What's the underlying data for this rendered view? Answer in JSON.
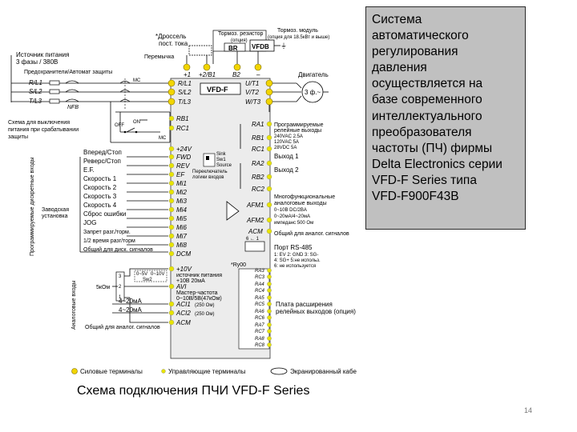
{
  "description_lines": [
    "Система",
    "автоматического",
    "регулирования",
    "давления",
    "осуществляется на",
    "базе современного",
    "интеллектуального",
    "преобразователя",
    "частоты (ПЧ) фирмы",
    "Delta Electronics серии",
    "VFD-F Series типа",
    "VFD-F900F43В"
  ],
  "caption": "Схема подключения ПЧИ VFD-F Series",
  "page_number": "14",
  "diagram": {
    "device": "VFD-F",
    "power_source_title": "Источник питания",
    "power_source_sub": "3 фазы / 380В",
    "fuses_label": "Предохранители/Автомат защиты",
    "nfb": "NFB",
    "mc": "MC",
    "shutdown_lines": [
      "Схема для выключения",
      "питания при срабатывании",
      "защиты"
    ],
    "on": "ON",
    "off": "OFF",
    "input_phases": [
      "R/L1",
      "S/L2",
      "T/L3"
    ],
    "choke_lines": [
      "*Дроссель",
      "пост. тока"
    ],
    "jumper": "Перемычка",
    "brake_resistor_lines": [
      "Тормоз. резистор",
      "(опция)"
    ],
    "brake_module_lines": [
      "Тормоз. модуль",
      "(опция для 18.5кВт и выше)"
    ],
    "br": "BR",
    "vfdb": "VFDB",
    "dc_terminals": [
      "+1",
      "+2/B1",
      "B2",
      "–"
    ],
    "motor_label": "Двигатель",
    "motor_symbol": "3 ф.~",
    "output_terminals": [
      "U/T1",
      "V/T2",
      "W/T3"
    ],
    "relay_desc": [
      "Программируемые",
      "релейные выходы",
      "240VAC 2.5A",
      "120VAC 5A",
      "28VDC 5A"
    ],
    "relay_terminals": [
      "RA1",
      "RB1",
      "RC1",
      "RA2",
      "RB2",
      "RC2"
    ],
    "output1": "Выход 1",
    "output2": "Выход 2",
    "afm_terminals": [
      "AFM1",
      "AFM2",
      "ACM"
    ],
    "afm_desc": [
      "Многофункциональные",
      "аналоговые выходы",
      "0~10В DC/2BA",
      "0~20мА/4~20мА",
      "импеданс 500 Ом"
    ],
    "acm_desc": "Общий для аналог. сигналов",
    "rs485_pins": "6 ← 1",
    "rs485_title": "Порт RS-485",
    "rs485_desc": [
      "1: EV 2: GND 3: SG-",
      "4: SG+ 5:не использ.",
      "6: не используется"
    ],
    "ry00": "*Ry00",
    "ext_relays": [
      "RA3",
      "RC3",
      "RA4",
      "RC4",
      "RA5",
      "RC5",
      "RA6",
      "RC6",
      "RA7",
      "RC7",
      "RA8",
      "RC8"
    ],
    "ext_board_lines": [
      "Плата расширения",
      "релейных выходов (опция)"
    ],
    "digital_labels": [
      "Вперед/Стоп",
      "Реверс/Стоп",
      "E.F.",
      "Скорость 1",
      "Скорость 2",
      "Скорость 3",
      "Скорость 4",
      "Сброс ошибки",
      "JOG",
      "Запрет разг./торм.",
      "1/2 время разг/торм",
      "Общий для диск. сигналов"
    ],
    "digital_terminals": [
      "+24V",
      "FWD",
      "REV",
      "EF",
      "Mi1",
      "Mi2",
      "Mi3",
      "Mi4",
      "Mi5",
      "Mi6",
      "Mi7",
      "Mi8",
      "DCM"
    ],
    "prog_inputs_vertical": "Программируемые дискретные входы",
    "factory_lines": [
      "Заводская",
      "установка"
    ],
    "sink_lines": [
      "Sink",
      "Sw1",
      "Source"
    ],
    "switch_lines": [
      "Переключатель",
      "логики входов"
    ],
    "analog_terminals": [
      "+10V",
      "AVI",
      "ACI1",
      "ACI2",
      "ACM"
    ],
    "analog_desc": [
      "источник питания",
      "+10В 20мА",
      "Мастер-частота",
      "0~10В/5В(47кОм)",
      "(250 Ом)",
      "(250 Ом)"
    ],
    "analog_inputs_vertical": "Аналоговые входы",
    "pot": "5кОм",
    "sw2_lines": [
      "0~5V",
      "0~10V",
      "Sw2"
    ],
    "pot_pins": [
      "3",
      "2",
      "1"
    ],
    "current_inputs": [
      "4~20мА",
      "4~20мА"
    ],
    "analog_common": "Общий для аналог. сигналов",
    "legend": [
      "Силовые терминалы",
      "Управляющие терминалы",
      "Экранированный кабе"
    ]
  }
}
